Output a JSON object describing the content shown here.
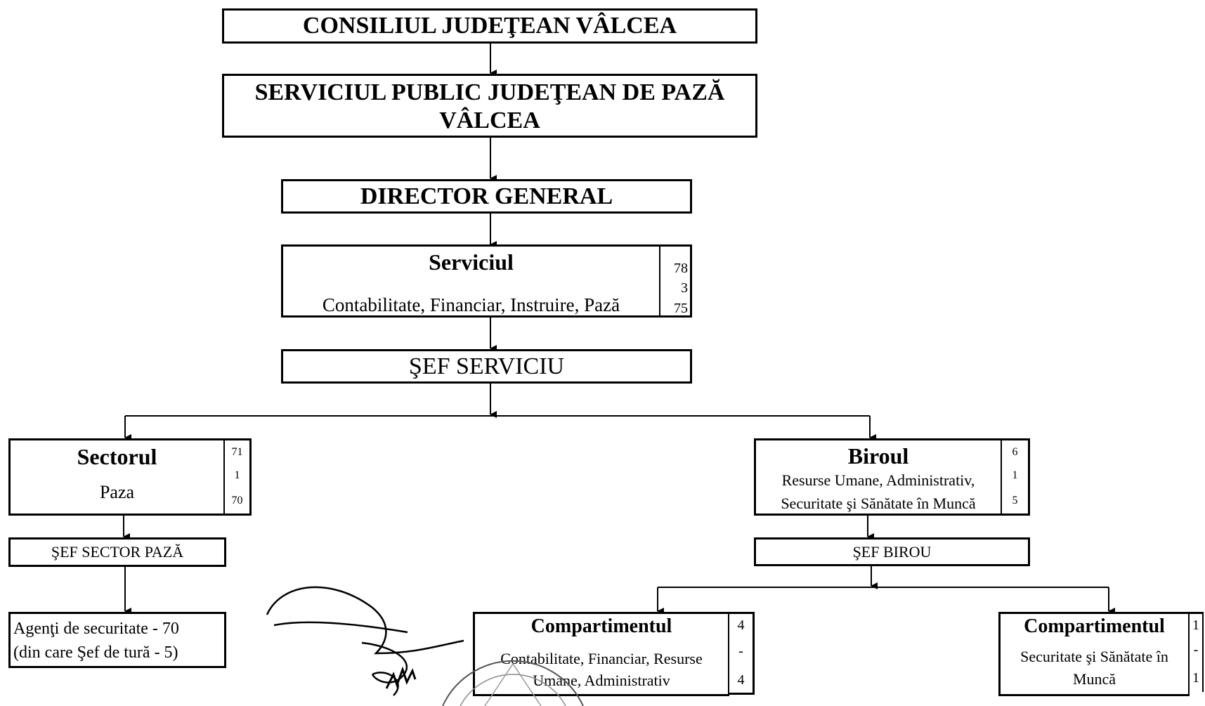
{
  "council": "CONSILIUL JUDEŢEAN VÂLCEA",
  "public_service": {
    "line1": "SERVICIUL PUBLIC JUDEŢEAN DE PAZĂ",
    "line2": "VÂLCEA"
  },
  "director": "DIRECTOR GENERAL",
  "service": {
    "title": "Serviciul",
    "subtitle": "Contabilitate, Financiar, Instruire, Pază",
    "counts": [
      "78",
      "3",
      "75"
    ],
    "head": "ŞEF SERVICIU"
  },
  "sector": {
    "title": "Sectorul",
    "subtitle": "Paza",
    "counts": [
      "71",
      "1",
      "70"
    ],
    "head": "ŞEF SECTOR PAZĂ",
    "agents_line1": "Agenţi de securitate - 70",
    "agents_line2": "(din care Şef de tură - 5)"
  },
  "bureau": {
    "title": "Biroul",
    "line1": "Resurse Umane, Administrativ,",
    "line2": "Securitate şi Sănătate în Muncă",
    "counts": [
      "6",
      "1",
      "5"
    ],
    "head": "ŞEF BIROU"
  },
  "compartment_1": {
    "title": "Compartimentul",
    "line1": "Contabilitate, Financiar, Resurse",
    "line2": "Umane, Administrativ",
    "counts": [
      "4",
      "-",
      "4"
    ]
  },
  "compartment_2": {
    "title": "Compartimentul",
    "line1": "Securitate şi Sănătate în",
    "line2": "Muncă",
    "counts": [
      "1",
      "-",
      "1"
    ]
  }
}
